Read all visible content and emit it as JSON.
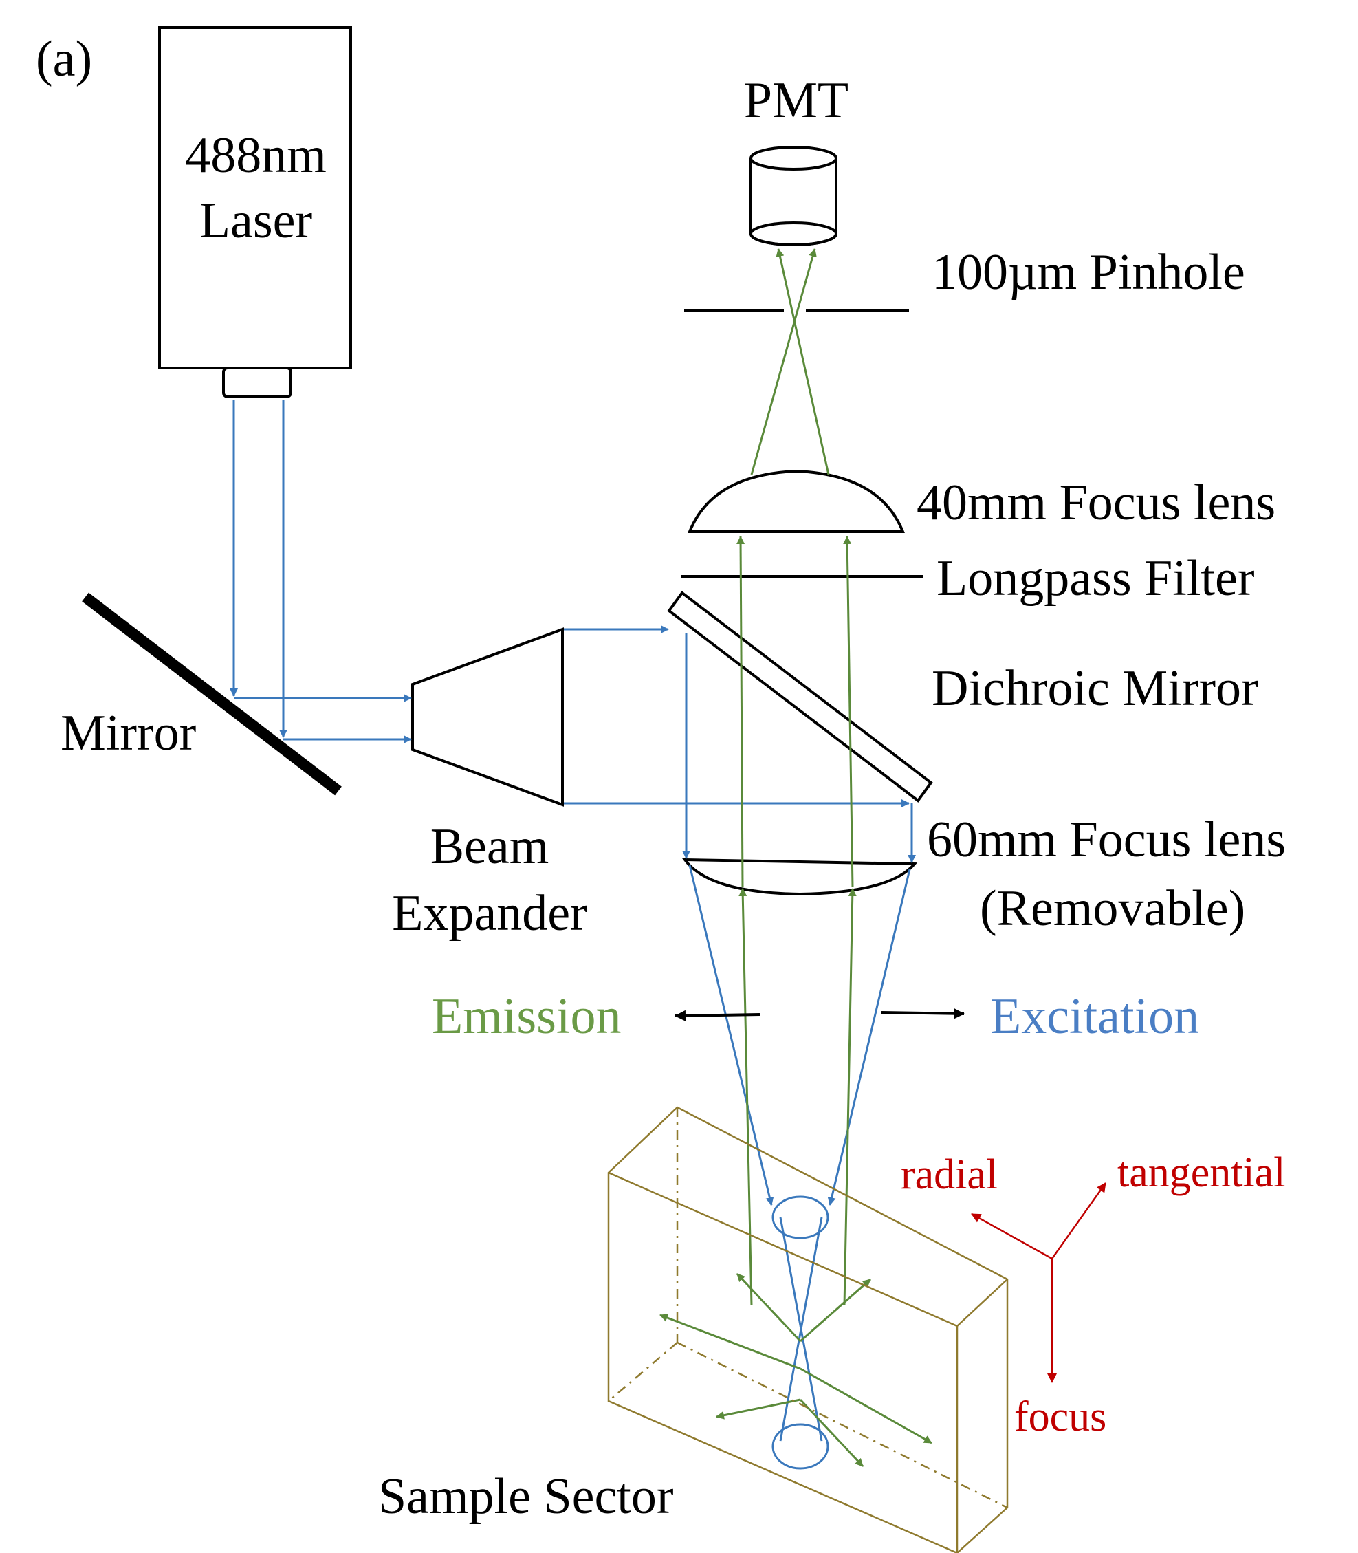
{
  "panel_label": "(a)",
  "labels": {
    "laser_line1": "488nm",
    "laser_line2": "Laser",
    "pmt": "PMT",
    "pinhole": "100µm Pinhole",
    "focus_lens_40": "40mm Focus lens",
    "longpass": "Longpass Filter",
    "dichroic": "Dichroic Mirror",
    "mirror": "Mirror",
    "beam_expander_line1": "Beam",
    "beam_expander_line2": "Expander",
    "focus_lens_60_line1": "60mm Focus lens",
    "focus_lens_60_line2": "(Removable)",
    "emission": "Emission",
    "excitation": "Excitation",
    "sample_sector": "Sample Sector",
    "axis_radial": "radial",
    "axis_tangential": "tangential",
    "axis_focus": "focus"
  },
  "colors": {
    "excitation": "#3a78bc",
    "emission": "#5a8a3a",
    "axes": "#c00000",
    "sample_box": "#8f7a2e",
    "outline": "#000000"
  }
}
